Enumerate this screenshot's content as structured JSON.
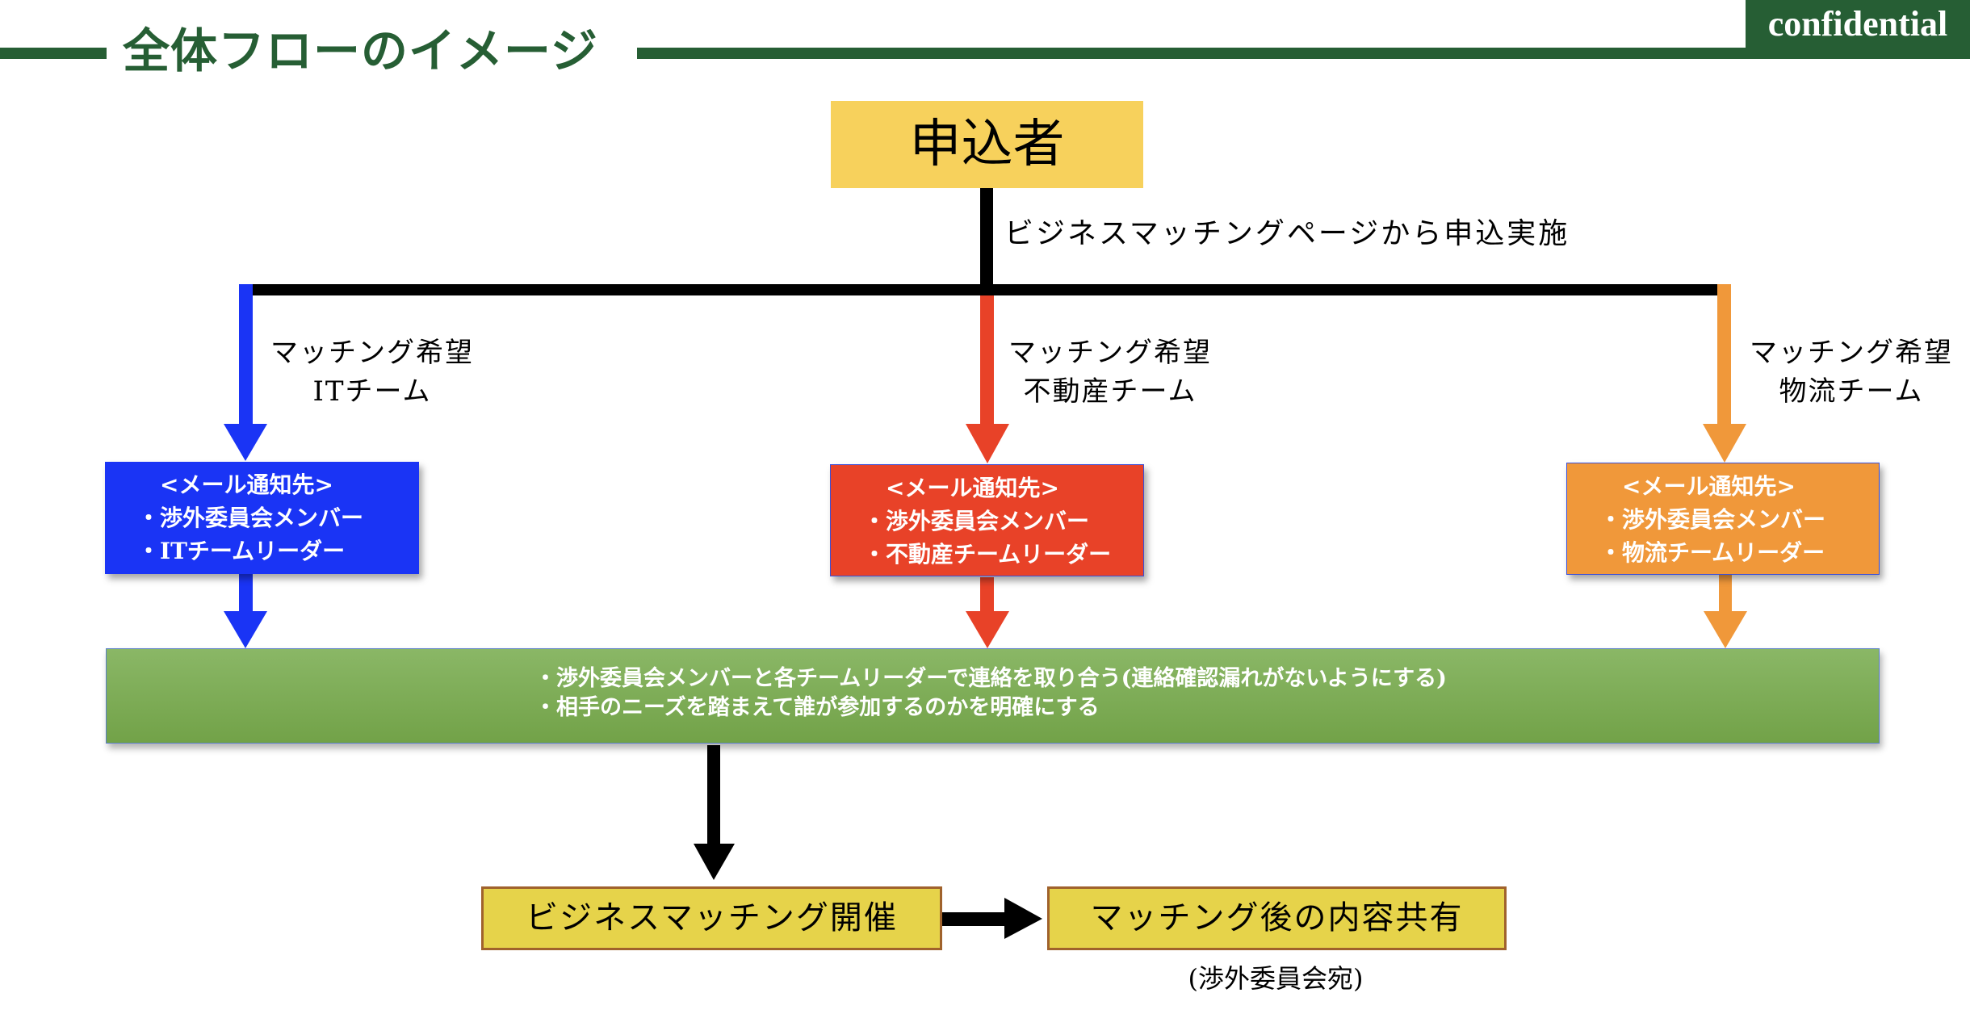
{
  "header": {
    "title": "全体フローのイメージ",
    "badge": "confidential",
    "brand_color": "#265e34"
  },
  "applicant": {
    "label": "申込者",
    "connector_label": "ビジネスマッチングページから申込実施",
    "color": "#f7d15c"
  },
  "branches": [
    {
      "id": "it",
      "label_line1": "マッチング希望",
      "label_line2": "ITチーム",
      "color": "#1a34f5",
      "notify": {
        "title": "<メール通知先>",
        "items": [
          "・渉外委員会メンバー",
          "・ITチームリーダー"
        ]
      }
    },
    {
      "id": "real-estate",
      "label_line1": "マッチング希望",
      "label_line2": "不動産チーム",
      "color": "#e84228",
      "notify": {
        "title": "<メール通知先>",
        "items": [
          "・渉外委員会メンバー",
          "・不動産チームリーダー"
        ]
      }
    },
    {
      "id": "logistics",
      "label_line1": "マッチング希望",
      "label_line2": "物流チーム",
      "color": "#f0983a",
      "notify": {
        "title": "<メール通知先>",
        "items": [
          "・渉外委員会メンバー",
          "・物流チームリーダー"
        ]
      }
    }
  ],
  "coordination": {
    "lines": [
      "・渉外委員会メンバーと各チームリーダーで連絡を取り合う(連絡確認漏れがないようにする)",
      "・相手のニーズを踏まえて誰が参加するのかを明確にする"
    ],
    "color": "#7fae55"
  },
  "final_steps": {
    "event": "ビジネスマッチング開催",
    "share": "マッチング後の内容共有",
    "share_note": "(渉外委員会宛)",
    "color": "#e6d34a"
  }
}
